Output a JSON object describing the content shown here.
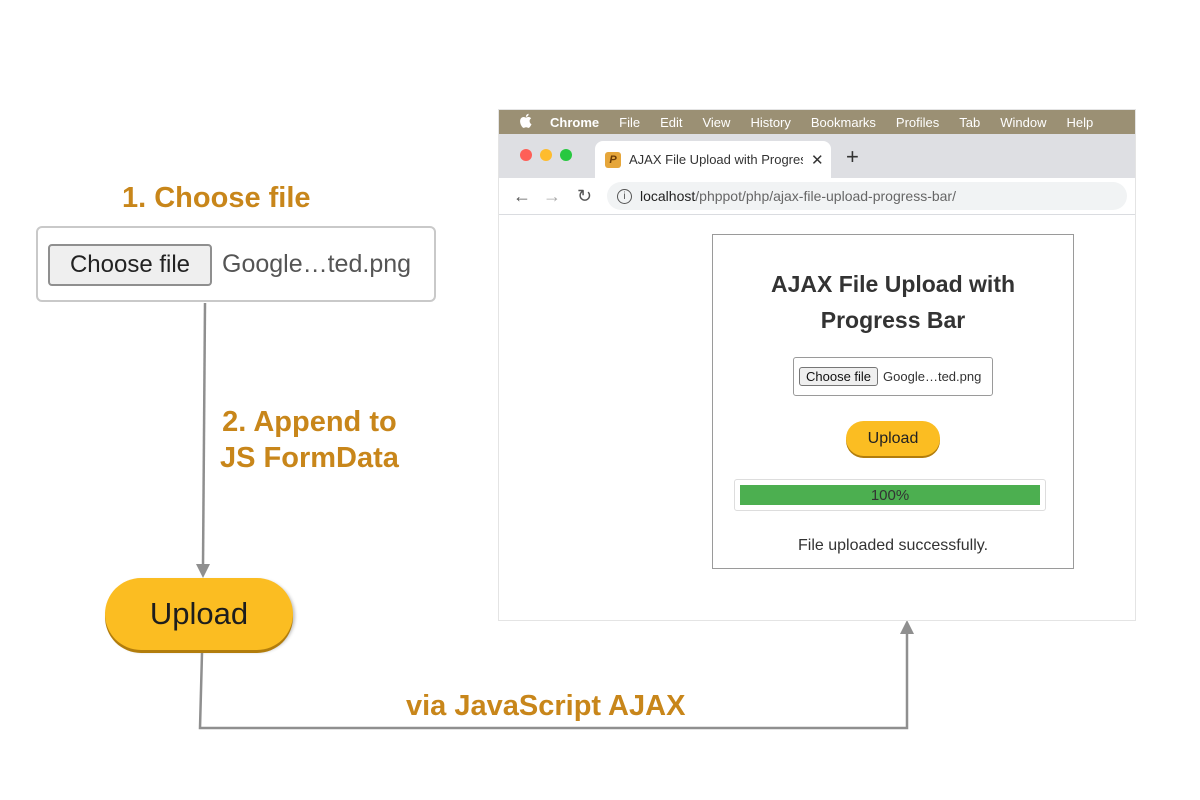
{
  "diagram": {
    "step1": "1. Choose file",
    "step2_line1": "2. Append to",
    "step2_line2": "JS FormData",
    "step3": "via JavaScript AJAX",
    "choose_button": "Choose file",
    "file_name": "Google…ted.png",
    "upload_button": "Upload",
    "accent_color": "#c8861a",
    "button_color": "#fbbd22"
  },
  "browser": {
    "menu": [
      "Chrome",
      "File",
      "Edit",
      "View",
      "History",
      "Bookmarks",
      "Profiles",
      "Tab",
      "Window",
      "Help"
    ],
    "tab_title": "AJAX File Upload with Progres",
    "tab_favicon": "P",
    "url_host": "localhost",
    "url_path": "/phppot/php/ajax-file-upload-progress-bar/"
  },
  "page": {
    "title_line1": "AJAX File Upload with",
    "title_line2": "Progress Bar",
    "choose_button": "Choose file",
    "file_name": "Google…ted.png",
    "upload_button": "Upload",
    "progress_percent": 100,
    "progress_label": "100%",
    "status_message": "File uploaded successfully."
  }
}
